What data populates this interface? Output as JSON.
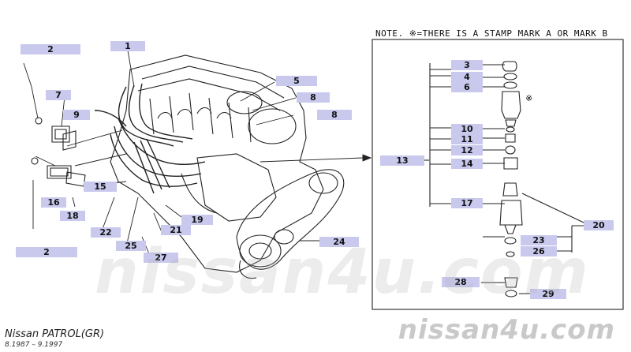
{
  "note": "NOTE. ※=THERE IS A STAMP MARK A OR MARK B",
  "callouts": [
    {
      "id": "c2a",
      "label": "2"
    },
    {
      "id": "c1",
      "label": "1"
    },
    {
      "id": "c7",
      "label": "7"
    },
    {
      "id": "c9",
      "label": "9"
    },
    {
      "id": "c5",
      "label": "5"
    },
    {
      "id": "c8a",
      "label": "8"
    },
    {
      "id": "c8b",
      "label": "8"
    },
    {
      "id": "c16",
      "label": "16"
    },
    {
      "id": "c18",
      "label": "18"
    },
    {
      "id": "c15",
      "label": "15"
    },
    {
      "id": "c22",
      "label": "22"
    },
    {
      "id": "c25",
      "label": "25"
    },
    {
      "id": "c21",
      "label": "21"
    },
    {
      "id": "c19",
      "label": "19"
    },
    {
      "id": "c27",
      "label": "27"
    },
    {
      "id": "c2b",
      "label": "2"
    },
    {
      "id": "c24",
      "label": "24"
    },
    {
      "id": "c13",
      "label": "13"
    },
    {
      "id": "c3",
      "label": "3"
    },
    {
      "id": "c4",
      "label": "4"
    },
    {
      "id": "c6",
      "label": "6"
    },
    {
      "id": "c10",
      "label": "10"
    },
    {
      "id": "c11",
      "label": "11"
    },
    {
      "id": "c12",
      "label": "12"
    },
    {
      "id": "c14",
      "label": "14"
    },
    {
      "id": "c17",
      "label": "17"
    },
    {
      "id": "c20",
      "label": "20"
    },
    {
      "id": "c23",
      "label": "23"
    },
    {
      "id": "c26",
      "label": "26"
    },
    {
      "id": "c28",
      "label": "28"
    },
    {
      "id": "c29",
      "label": "29"
    }
  ],
  "footer": {
    "model": "Nissan PATROL(GR)",
    "dates": "8.1987 – 9.1997",
    "brand": "nissan4u.com"
  },
  "watermark": "nissan4u.com",
  "stamp_mark": "※",
  "colors": {
    "callout_bg": "#c9c9ee",
    "line": "#222222",
    "watermark": "#c9c9c9"
  }
}
